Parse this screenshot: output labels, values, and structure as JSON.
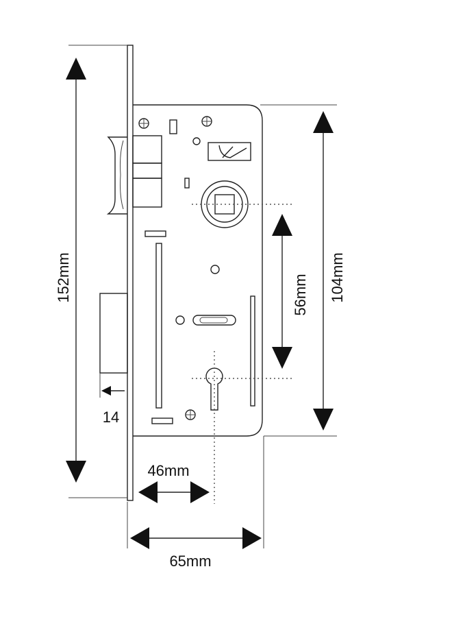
{
  "dimensions": {
    "height_overall": "152mm",
    "height_body": "104mm",
    "spindle_to_keyhole": "56mm",
    "backset": "46mm",
    "width_case": "65mm",
    "latch_offset": "14"
  },
  "colors": {
    "line": "#222222",
    "arrow": "#111111",
    "background": "#ffffff"
  }
}
